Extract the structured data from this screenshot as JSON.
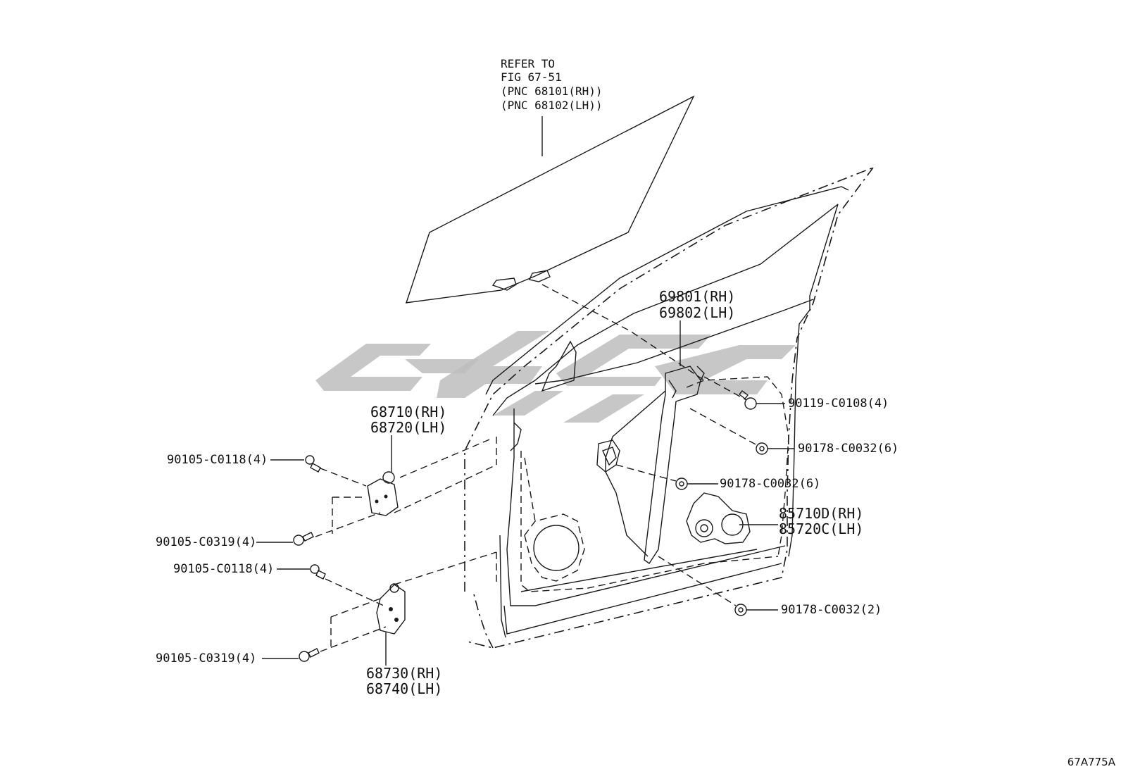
{
  "figure_id": "67A775A",
  "refer_note": {
    "line1": "REFER TO",
    "line2": "FIG 67-51",
    "line3": "(PNC 68101(RH))",
    "line4": "(PNC 68102(LH))"
  },
  "callouts": {
    "regulator_rh": "69801(RH)",
    "regulator_lh": "69802(LH)",
    "upper_hinge_rh": "68710(RH)",
    "upper_hinge_lh": "68720(LH)",
    "lower_hinge_rh": "68730(RH)",
    "lower_hinge_lh": "68740(LH)",
    "motor_rh": "85710D(RH)",
    "motor_lh": "85720C(LH)",
    "bolt_upper_1": "90105-C0118(4)",
    "bolt_upper_2": "90105-C0319(4)",
    "bolt_lower_1": "90105-C0118(4)",
    "bolt_lower_2": "90105-C0319(4)",
    "bolt_regulator": "90119-C0108(4)",
    "nut_1": "90178-C0032(6)",
    "nut_2": "90178-C0032(6)",
    "nut_3": "90178-C0032(2)"
  },
  "watermark": {
    "color": "#bdbdbd"
  }
}
